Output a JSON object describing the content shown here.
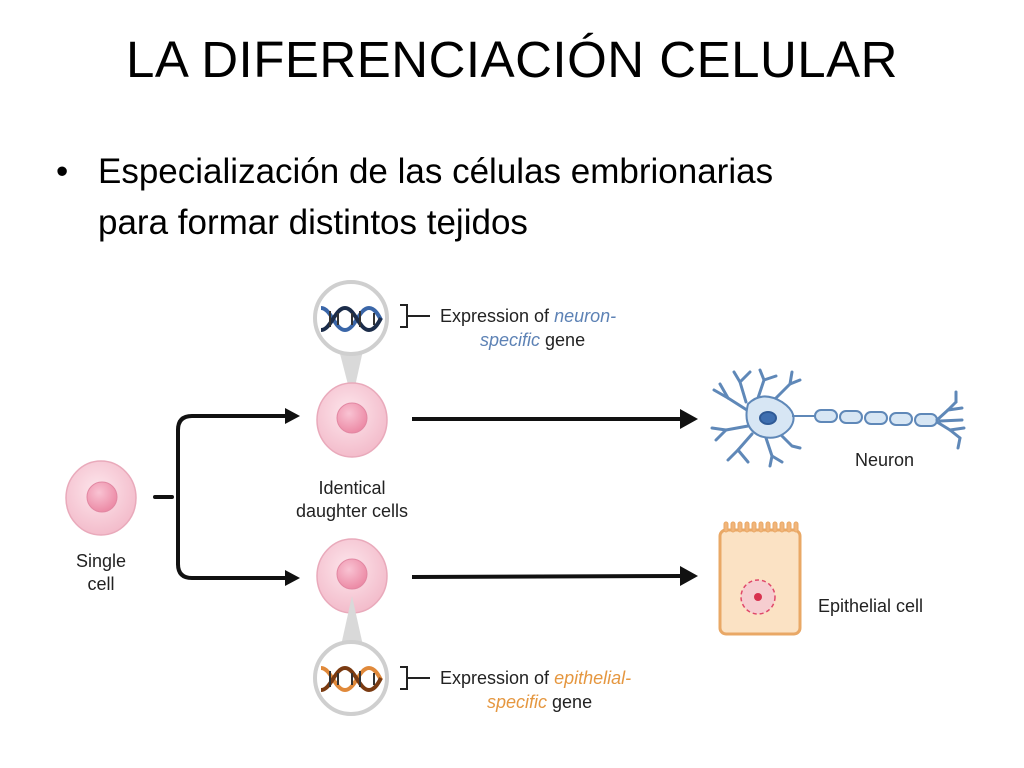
{
  "slide": {
    "title": "LA DIFERENCIACIÓN CELULAR",
    "bullet_marker": "•",
    "bullet_line1": "Especialización de las células embrionarias",
    "bullet_line2": "para formar distintos tejidos"
  },
  "diagram": {
    "single_cell_line1": "Single",
    "single_cell_line2": "cell",
    "daughter_line1": "Identical",
    "daughter_line2": "daughter cells",
    "neuron_label": "Neuron",
    "epithelial_label": "Epithelial cell",
    "neuron_gene": {
      "prefix": "Expression of ",
      "highlight1": "neuron-",
      "highlight2": "specific",
      "suffix": " gene"
    },
    "epithelial_gene": {
      "prefix": "Expression of ",
      "highlight1": "epithelial-",
      "highlight2": "specific",
      "suffix": " gene"
    },
    "colors": {
      "cell_outer": "#f7cbd6",
      "cell_nucleus": "#f09bb4",
      "neuron_fill": "#d7e6f4",
      "neuron_stroke": "#5f88b8",
      "neuron_highlight": "#5d82b5",
      "epithelial_fill": "#fbe2c4",
      "epithelial_stroke": "#e9a866",
      "epithelial_highlight": "#e59740",
      "nucleus_dashed": "#e0486a",
      "arrow": "#111111"
    }
  }
}
